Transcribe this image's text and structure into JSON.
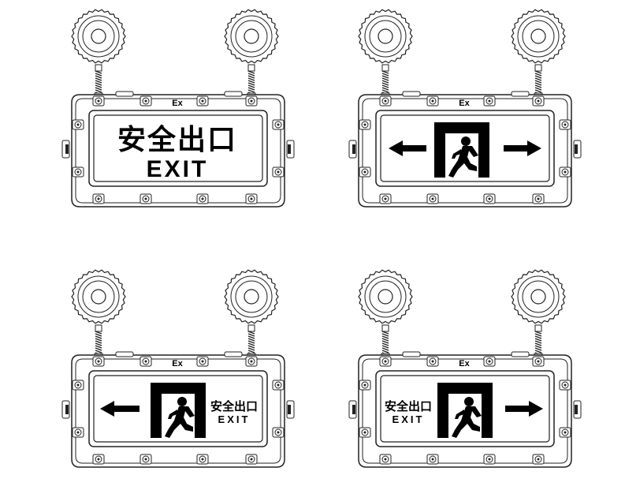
{
  "fixtures": [
    {
      "id": "top-left",
      "ex_mark": "Ex",
      "variant": "text-only",
      "chinese": "安全出口",
      "english": "EXIT"
    },
    {
      "id": "top-right",
      "ex_mark": "Ex",
      "variant": "arrows-both",
      "chinese": "",
      "english": ""
    },
    {
      "id": "bottom-left",
      "ex_mark": "Ex",
      "variant": "arrow-left-text",
      "chinese": "安全出口",
      "english": "EXIT"
    },
    {
      "id": "bottom-right",
      "ex_mark": "Ex",
      "variant": "text-arrow-right",
      "chinese": "安全出口",
      "english": "EXIT"
    }
  ],
  "colors": {
    "line": "#222222",
    "fill": "#ffffff",
    "sign": "#000000"
  }
}
